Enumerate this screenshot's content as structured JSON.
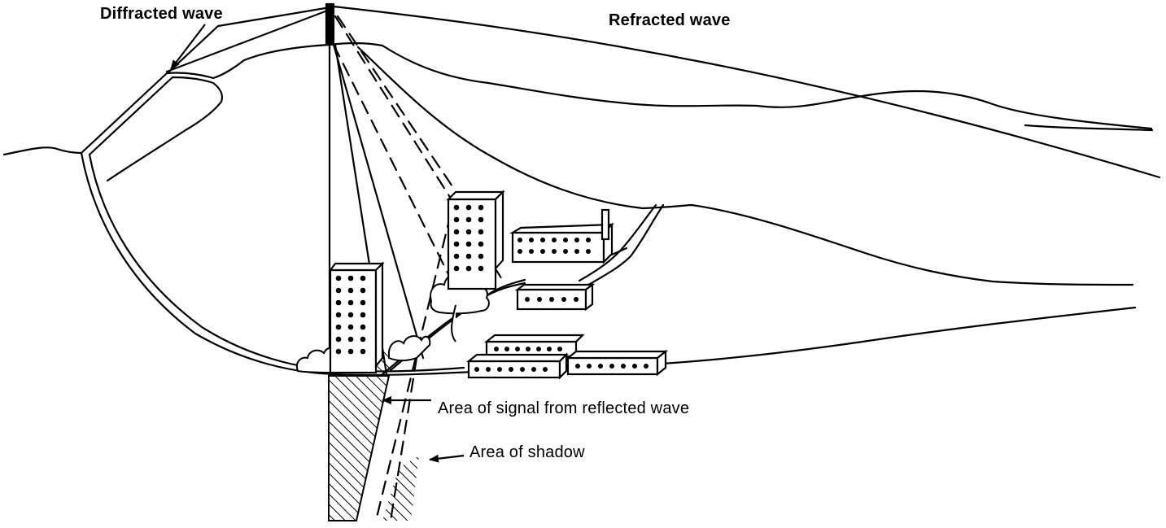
{
  "labels": {
    "diffracted": "Diffracted wave",
    "refracted": "Refracted wave",
    "reflected_area": "Area of signal from reflected wave",
    "shadow_area": "Area of shadow"
  },
  "colors": {
    "ink": "#000000",
    "paper": "#ffffff"
  },
  "icons": {
    "arrow": "arrowhead"
  }
}
